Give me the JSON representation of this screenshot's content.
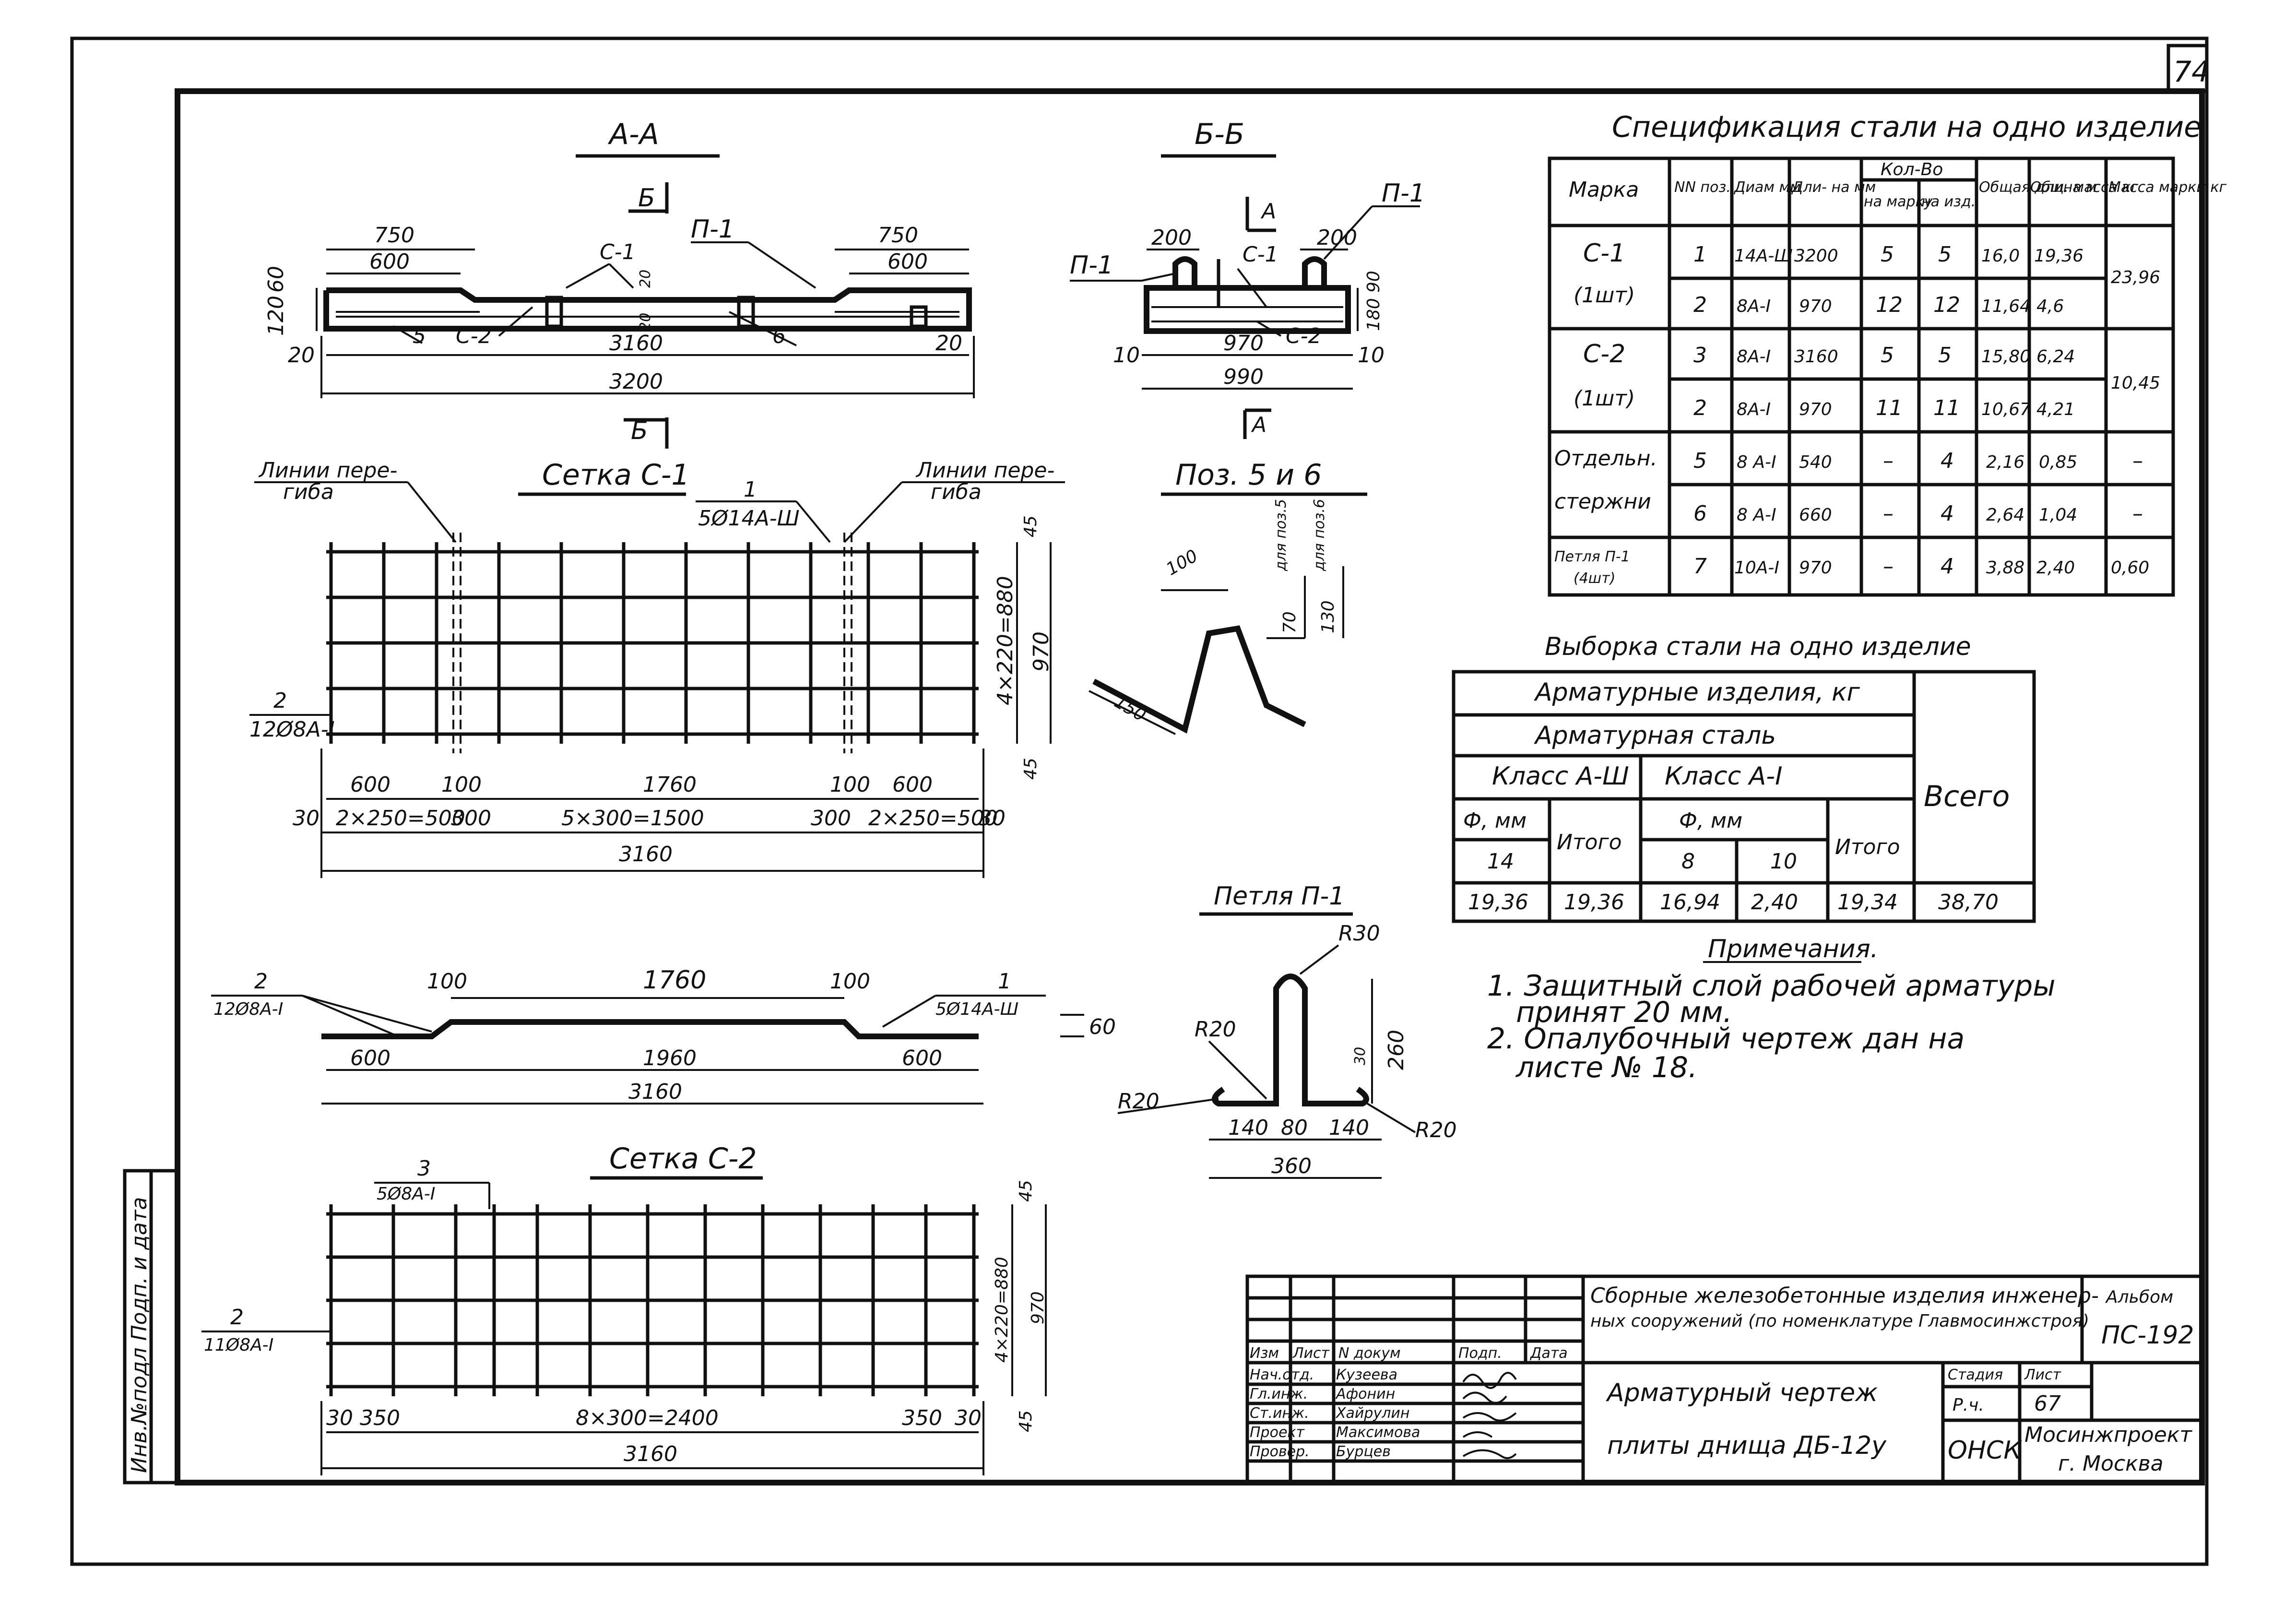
{
  "sheet": {
    "number": "74",
    "side_stamp": "Инв.№подл  Подп. и дата"
  },
  "sections": {
    "aa": {
      "title": "А-А",
      "cut": "Б",
      "labels": {
        "p1": "П-1",
        "c1": "С-1",
        "c2": "С-2",
        "pos5": "5",
        "pos6": "6"
      },
      "dims": {
        "d750a": "750",
        "d600a": "600",
        "d750b": "750",
        "d600b": "600",
        "h120": "120",
        "h60": "60",
        "d20a": "20",
        "d20b": "20",
        "d20c": "20",
        "d20d": "20",
        "d3160": "3160",
        "d3200": "3200"
      }
    },
    "bb": {
      "title": "Б-Б",
      "cut": "А",
      "labels": {
        "p1a": "П-1",
        "p1b": "П-1",
        "c1": "С-1",
        "c2": "С-2"
      },
      "dims": {
        "d200a": "200",
        "d200b": "200",
        "h180": "180",
        "h90": "90",
        "d10a": "10",
        "d970": "970",
        "d10b": "10",
        "d990": "990"
      }
    }
  },
  "mesh_c1": {
    "title": "Сетка С-1",
    "bend_label": "Линии пере-",
    "bend_label2": "гиба",
    "bar1_pos": "1",
    "bar1_spec": "5Ø14А-Ш",
    "bar2_pos": "2",
    "bar2_spec": "12Ø8А-I",
    "dims_top": [
      "600",
      "100",
      "1760",
      "100",
      "600"
    ],
    "dims_bottom": [
      "30",
      "2×250=500",
      "300",
      "5×300=1500",
      "300",
      "2×250=500",
      "30"
    ],
    "dim_total": "3160",
    "dim_side_top": "45",
    "dim_side_mid": "4×220=880",
    "dim_side_bot": "45",
    "dim_height": "970",
    "profile": {
      "bar2_pos": "2",
      "bar2_spec": "12Ø8А-I",
      "bar1_pos": "1",
      "bar1_spec": "5Ø14А-Ш",
      "dim100a": "100",
      "dim1760": "1760",
      "dim100b": "100",
      "dim60": "60",
      "dim600a": "600",
      "dim1960": "1960",
      "dim600b": "600",
      "dim3160": "3160"
    }
  },
  "mesh_c2": {
    "title": "Сетка С-2",
    "bar3_pos": "3",
    "bar3_spec": "5Ø8А-I",
    "bar2_pos": "2",
    "bar2_spec": "11Ø8А-I",
    "dims_bottom": [
      "30",
      "350",
      "8×300=2400",
      "350",
      "30"
    ],
    "dim_total": "3160",
    "dim_side_top": "45",
    "dim_side_mid": "4×220=880",
    "dim_side_bot": "45",
    "dim_height": "970"
  },
  "pos56": {
    "title": "Поз. 5 и 6",
    "d100": "100",
    "d150": "150",
    "d70": "70",
    "d130": "130",
    "note5": "для поз.5",
    "note6": "для поз.6"
  },
  "loop_p1": {
    "title": "Петля П-1",
    "r30": "R30",
    "r20a": "R20",
    "r20b": "R20",
    "r20c": "R20",
    "d30": "30",
    "d260": "260",
    "d140a": "140",
    "d80": "80",
    "d140b": "140",
    "d360": "360"
  },
  "spec": {
    "title": "Спецификация стали на одно изделие",
    "headers": {
      "marka": "Марка",
      "pos": "NN поз.",
      "diam": "Диам мм",
      "length": "Дли- на мм",
      "qty": "Кол-Во",
      "qty_mark": "на марку",
      "qty_item": "на изд.",
      "total_len": "Общая длина м",
      "total_mass": "Общ. масса кг",
      "mass_mark": "Масса марки кг"
    },
    "groups": [
      {
        "marka": "С-1",
        "count": "(1шт)",
        "mass": "23,96",
        "rows": [
          {
            "pos": "1",
            "diam": "14А-Ш",
            "len": "3200",
            "qm": "5",
            "qi": "5",
            "tl": "16,0",
            "tm": "19,36"
          },
          {
            "pos": "2",
            "diam": "8А-I",
            "len": "970",
            "qm": "12",
            "qi": "12",
            "tl": "11,64",
            "tm": "4,6"
          }
        ]
      },
      {
        "marka": "С-2",
        "count": "(1шт)",
        "mass": "10,45",
        "rows": [
          {
            "pos": "3",
            "diam": "8А-I",
            "len": "3160",
            "qm": "5",
            "qi": "5",
            "tl": "15,80",
            "tm": "6,24"
          },
          {
            "pos": "2",
            "diam": "8А-I",
            "len": "970",
            "qm": "11",
            "qi": "11",
            "tl": "10,67",
            "tm": "4,21"
          }
        ]
      },
      {
        "marka": "Отдельн.",
        "count": "стержни",
        "mass": "",
        "rows": [
          {
            "pos": "5",
            "diam": "8 А-I",
            "len": "540",
            "qm": "–",
            "qi": "4",
            "tl": "2,16",
            "tm": "0,85",
            "mm": "–"
          },
          {
            "pos": "6",
            "diam": "8 А-I",
            "len": "660",
            "qm": "–",
            "qi": "4",
            "tl": "2,64",
            "tm": "1,04",
            "mm": "–"
          }
        ]
      },
      {
        "marka": "Петля П-1",
        "count": "(4шт)",
        "mass": "",
        "rows": [
          {
            "pos": "7",
            "diam": "10А-I",
            "len": "970",
            "qm": "–",
            "qi": "4",
            "tl": "3,88",
            "tm": "2,40",
            "mm": "0,60"
          }
        ]
      }
    ]
  },
  "sample": {
    "title": "Выборка стали на одно изделие",
    "h1": "Арматурные изделия, кг",
    "h2": "Арматурная сталь",
    "h3a": "Класс А-Ш",
    "h3b": "Класс А-I",
    "total": "Всего",
    "phi_a": "Ф, мм",
    "phi_b": "Ф, мм",
    "itogo_a": "Итого",
    "itogo_b": "Итого",
    "d14": "14",
    "d8": "8",
    "d10": "10",
    "values": [
      "19,36",
      "19,36",
      "16,94",
      "2,40",
      "19,34",
      "38,70"
    ]
  },
  "notes": {
    "title": "Примечания.",
    "items": [
      "1. Защитный слой рабочей арматуры",
      "принят 20 мм.",
      "2. Опалубочный чертеж дан на",
      "листе № 18."
    ]
  },
  "titleblock": {
    "project": "Сборные железобетонные изделия инженер-",
    "project2": "ных сооружений (по номенклатуре Главмосинжстроя)",
    "album_label": "Альбом",
    "album": "ПС-192",
    "head": [
      "Изм",
      "Лист",
      "N докум",
      "Подп.",
      "Дата"
    ],
    "people": [
      {
        "role": "Нач.отд.",
        "name": "Кузеева"
      },
      {
        "role": "Гл.инж.",
        "name": "Афонин"
      },
      {
        "role": "Ст.инж.",
        "name": "Хайрулин"
      },
      {
        "role": "Проект",
        "name": "Максимова"
      },
      {
        "role": "Провер.",
        "name": "Бурцев"
      }
    ],
    "drawing1": "Арматурный чертеж",
    "drawing2": "плиты днища ДБ-12у",
    "stage_label": "Стадия",
    "sheet_label": "Лист",
    "stage": "Р.ч.",
    "sheet": "67",
    "dept": "ОНСК",
    "org1": "Мосинжпроект",
    "org2": "г. Москва"
  }
}
